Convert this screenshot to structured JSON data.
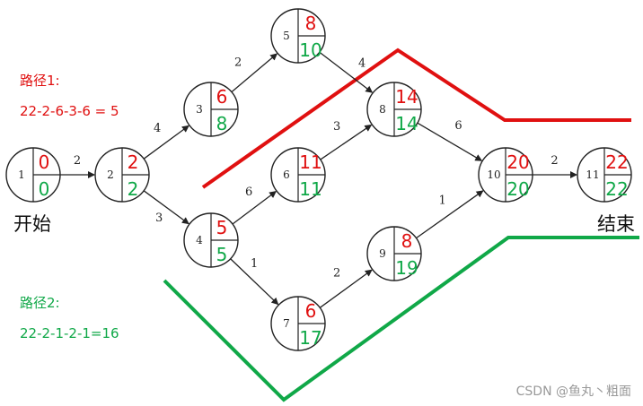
{
  "colors": {
    "early": "#e01010",
    "late": "#10a848",
    "line": "#222222",
    "watermark": "#999999"
  },
  "nodes": [
    {
      "id": "1",
      "early": "0",
      "late": "0"
    },
    {
      "id": "2",
      "early": "2",
      "late": "2"
    },
    {
      "id": "3",
      "early": "6",
      "late": "8"
    },
    {
      "id": "4",
      "early": "5",
      "late": "5"
    },
    {
      "id": "5",
      "early": "8",
      "late": "10"
    },
    {
      "id": "6",
      "early": "11",
      "late": "11"
    },
    {
      "id": "7",
      "early": "6",
      "late": "17"
    },
    {
      "id": "8",
      "early": "14",
      "late": "14"
    },
    {
      "id": "9",
      "early": "8",
      "late": "19"
    },
    {
      "id": "10",
      "early": "20",
      "late": "20"
    },
    {
      "id": "11",
      "early": "22",
      "late": "22"
    }
  ],
  "edges": [
    {
      "from": "1",
      "to": "2",
      "weight": "2"
    },
    {
      "from": "2",
      "to": "3",
      "weight": "4"
    },
    {
      "from": "2",
      "to": "4",
      "weight": "3"
    },
    {
      "from": "3",
      "to": "5",
      "weight": "2"
    },
    {
      "from": "5",
      "to": "8",
      "weight": "4"
    },
    {
      "from": "4",
      "to": "6",
      "weight": "6"
    },
    {
      "from": "6",
      "to": "8",
      "weight": "3"
    },
    {
      "from": "4",
      "to": "7",
      "weight": "1"
    },
    {
      "from": "7",
      "to": "9",
      "weight": "2"
    },
    {
      "from": "9",
      "to": "10",
      "weight": "1"
    },
    {
      "from": "8",
      "to": "10",
      "weight": "6"
    },
    {
      "from": "10",
      "to": "11",
      "weight": "2"
    }
  ],
  "labels": {
    "start": "开始",
    "end": "结束"
  },
  "path1": {
    "title": "路径1:",
    "formula": "22-2-6-3-6 = 5"
  },
  "path2": {
    "title": "路径2:",
    "formula": "22-2-1-2-1=16"
  },
  "watermark": "CSDN @鱼丸丶粗面"
}
